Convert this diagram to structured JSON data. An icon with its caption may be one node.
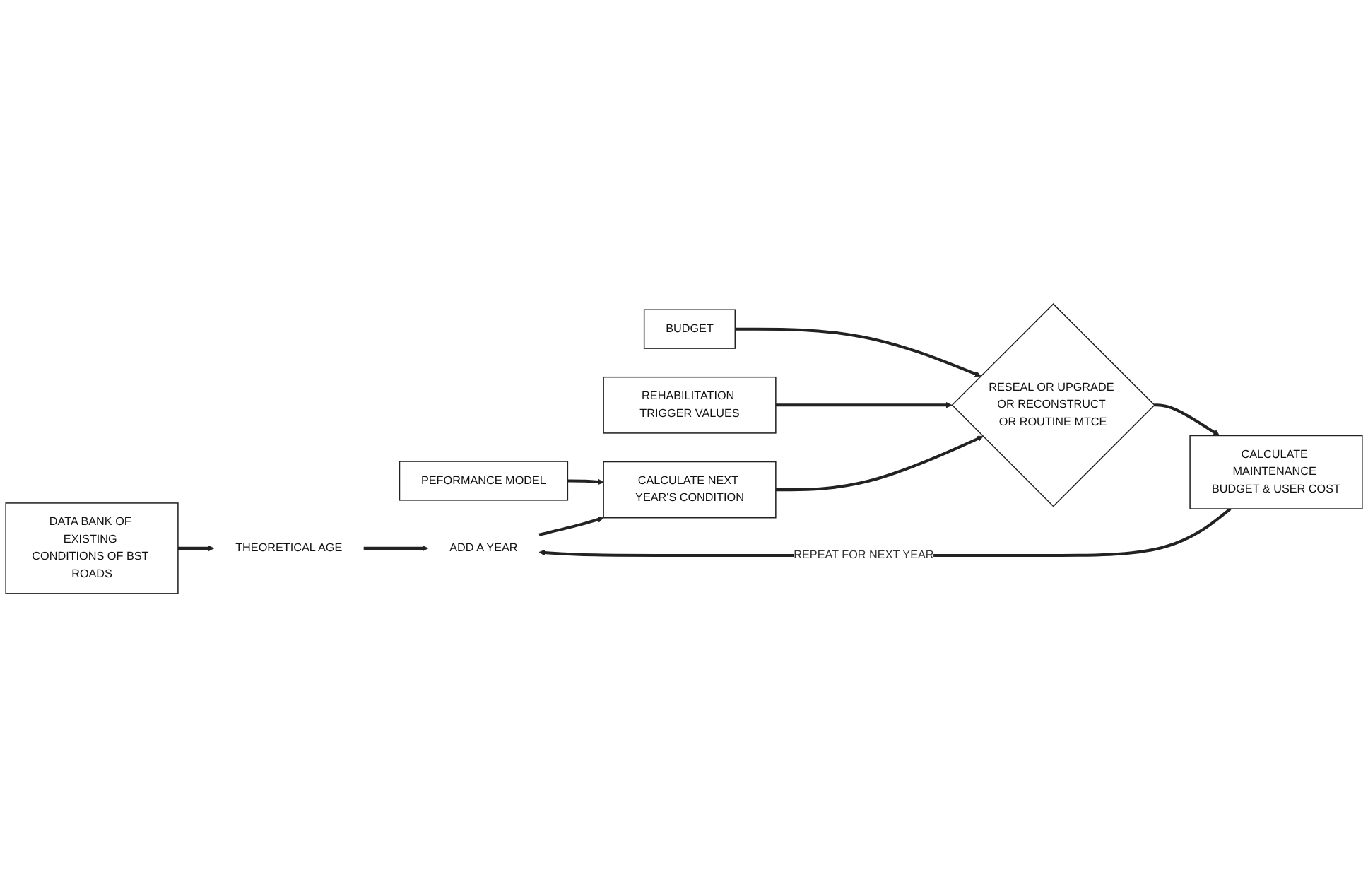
{
  "diagram": {
    "nodes": [
      {
        "text": [
          "DATA BANK OF EXISTING CONDITIONS OF BST ROADS"
        ]
      },
      {
        "text": [
          "PEFORMANCE MODEL"
        ]
      },
      {
        "text": [
          "BUDGET"
        ]
      },
      {
        "text": [
          "REHABILITATION TRIGGER VALUES"
        ]
      },
      {
        "text": [
          "THEORETICAL AGE"
        ]
      },
      {
        "text": [
          "ADD A YEAR"
        ]
      },
      {
        "text": [
          "CALCULATE NEXT YEAR'S CONDITION"
        ]
      },
      {
        "text": [
          "RESEAL OR UPGRADE OR RECONSTRUCT OR ROUTINE MTCE"
        ]
      },
      {
        "text": [
          "CALCULATE MAINTENANCE BUDGET & USER COST"
        ]
      }
    ],
    "edges": [
      {
        "from": 0,
        "to": 4,
        "arrow": "to"
      },
      {
        "from": 4,
        "to": 5,
        "arrow": "to"
      },
      {
        "from": 5,
        "to": 6,
        "arrow": "to"
      },
      {
        "from": 1,
        "to": 6,
        "arrow": "to"
      },
      {
        "from": 6,
        "to": 7,
        "arrow": "to"
      },
      {
        "from": 2,
        "to": 7,
        "arrow": "to"
      },
      {
        "from": 3,
        "to": 7,
        "arrow": "to"
      },
      {
        "from": 7,
        "to": 8,
        "arrow": "to"
      },
      {
        "from": 8,
        "to": 5,
        "arrow": "to",
        "label": "REPEAT FOR NEXT YEAR"
      }
    ]
  }
}
